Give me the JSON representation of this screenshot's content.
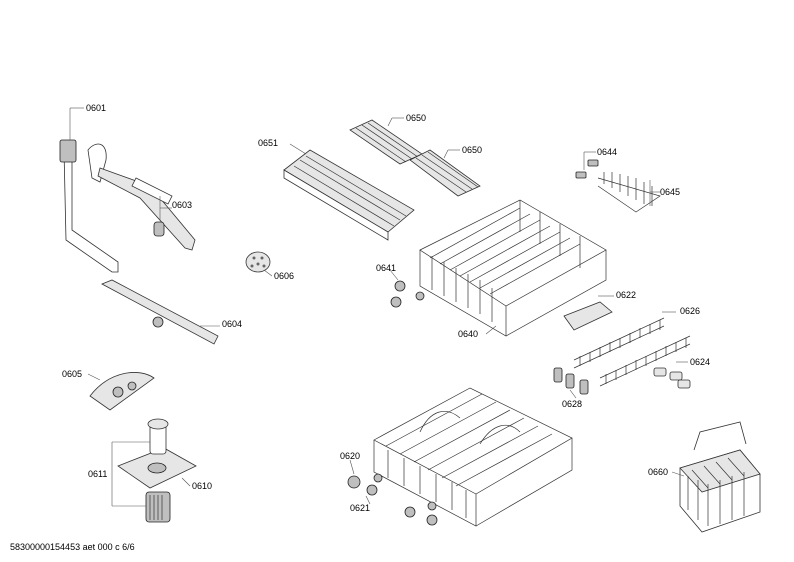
{
  "labels": {
    "p0601": "0601",
    "p0603": "0603",
    "p0604": "0604",
    "p0605": "0605",
    "p0606": "0606",
    "p0610": "0610",
    "p0611": "0611",
    "p0620": "0620",
    "p0621": "0621",
    "p0622": "0622",
    "p0624": "0624",
    "p0626": "0626",
    "p0628": "0628",
    "p0640": "0640",
    "p0641": "0641",
    "p0644": "0644",
    "p0645": "0645",
    "p0650a": "0650",
    "p0650b": "0650",
    "p0651": "0651",
    "p0660": "0660"
  },
  "footer": {
    "doc_id": "58300000154453 aet 000 c 6/6"
  }
}
